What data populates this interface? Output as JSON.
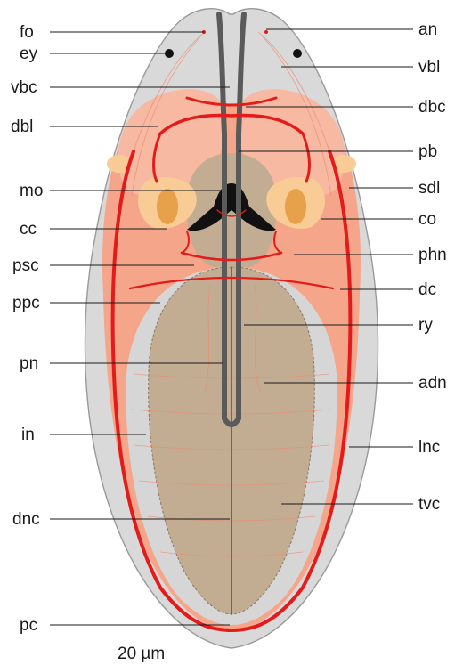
{
  "diagram": {
    "labels_left": [
      "fo",
      "ey",
      "vbc",
      "dbl",
      "mo",
      "cc",
      "psc",
      "ppc",
      "pn",
      "in",
      "dnc",
      "pc"
    ],
    "labels_right": [
      "an",
      "vbl",
      "dbc",
      "pb",
      "sdl",
      "co",
      "phn",
      "dc",
      "ry",
      "adn",
      "lnc",
      "tvc"
    ],
    "scale_bar": "20 µm"
  },
  "colors": {
    "outer_body": "#d9d9d9",
    "outer_outline": "#9a9a9a",
    "tissue": "#f4a58a",
    "tissue_light": "#f7b9a2",
    "gut": "#c2ac92",
    "nerve": "#e31b1b",
    "neuropil": "#5a5a5a",
    "yolk_light": "#f8cc94",
    "yolk_dark": "#e6a14a",
    "mouth": "#111111"
  }
}
